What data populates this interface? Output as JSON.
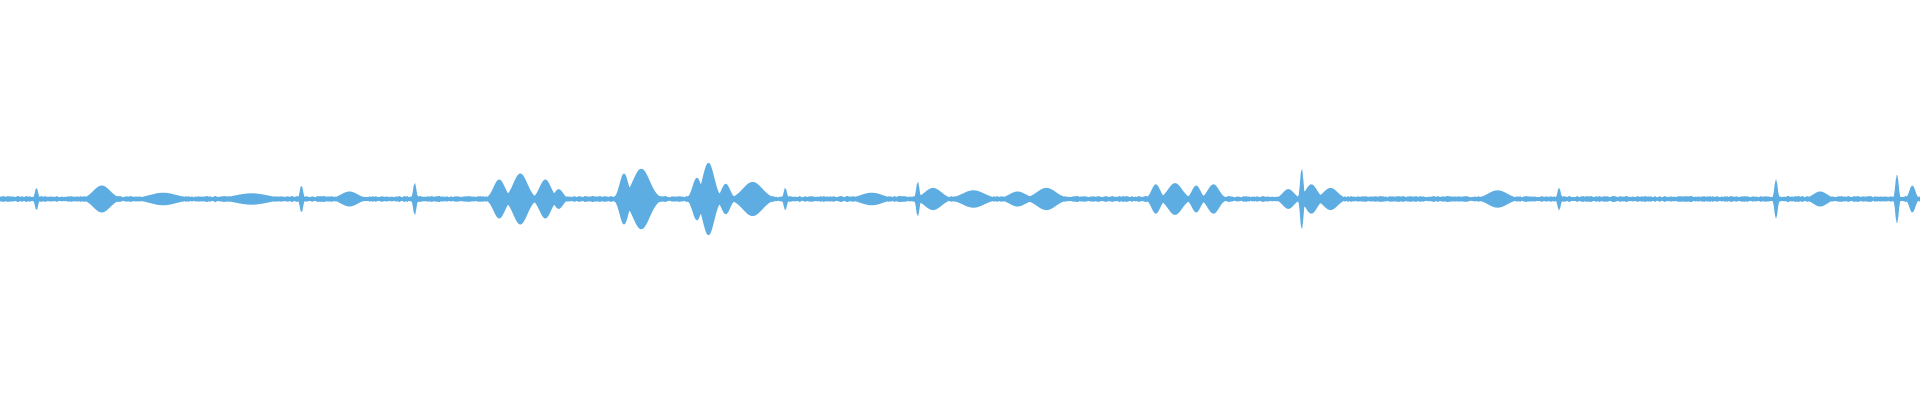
{
  "waveform": {
    "color": "#5dade2",
    "background": "#ffffff",
    "baseline_amplitude": 0.035,
    "bursts": [
      {
        "t": 0.019,
        "amp": 0.18,
        "width": 0.001
      },
      {
        "t": 0.053,
        "amp": 0.22,
        "width": 0.006
      },
      {
        "t": 0.085,
        "amp": 0.1,
        "width": 0.01
      },
      {
        "t": 0.131,
        "amp": 0.09,
        "width": 0.012
      },
      {
        "t": 0.157,
        "amp": 0.22,
        "width": 0.001
      },
      {
        "t": 0.182,
        "amp": 0.12,
        "width": 0.006
      },
      {
        "t": 0.216,
        "amp": 0.26,
        "width": 0.001
      },
      {
        "t": 0.26,
        "amp": 0.32,
        "width": 0.004
      },
      {
        "t": 0.271,
        "amp": 0.42,
        "width": 0.005
      },
      {
        "t": 0.284,
        "amp": 0.32,
        "width": 0.004
      },
      {
        "t": 0.291,
        "amp": 0.16,
        "width": 0.003
      },
      {
        "t": 0.325,
        "amp": 0.42,
        "width": 0.003
      },
      {
        "t": 0.334,
        "amp": 0.5,
        "width": 0.006
      },
      {
        "t": 0.363,
        "amp": 0.35,
        "width": 0.003
      },
      {
        "t": 0.369,
        "amp": 0.6,
        "width": 0.004
      },
      {
        "t": 0.378,
        "amp": 0.25,
        "width": 0.003
      },
      {
        "t": 0.392,
        "amp": 0.28,
        "width": 0.007
      },
      {
        "t": 0.409,
        "amp": 0.18,
        "width": 0.001
      },
      {
        "t": 0.454,
        "amp": 0.1,
        "width": 0.008
      },
      {
        "t": 0.478,
        "amp": 0.28,
        "width": 0.001
      },
      {
        "t": 0.486,
        "amp": 0.18,
        "width": 0.006
      },
      {
        "t": 0.507,
        "amp": 0.14,
        "width": 0.008
      },
      {
        "t": 0.53,
        "amp": 0.12,
        "width": 0.006
      },
      {
        "t": 0.545,
        "amp": 0.18,
        "width": 0.007
      },
      {
        "t": 0.602,
        "amp": 0.24,
        "width": 0.003
      },
      {
        "t": 0.612,
        "amp": 0.26,
        "width": 0.005
      },
      {
        "t": 0.623,
        "amp": 0.22,
        "width": 0.003
      },
      {
        "t": 0.632,
        "amp": 0.24,
        "width": 0.004
      },
      {
        "t": 0.671,
        "amp": 0.16,
        "width": 0.004
      },
      {
        "t": 0.678,
        "amp": 0.5,
        "width": 0.001
      },
      {
        "t": 0.683,
        "amp": 0.24,
        "width": 0.004
      },
      {
        "t": 0.693,
        "amp": 0.18,
        "width": 0.005
      },
      {
        "t": 0.78,
        "amp": 0.14,
        "width": 0.007
      },
      {
        "t": 0.812,
        "amp": 0.18,
        "width": 0.001
      },
      {
        "t": 0.925,
        "amp": 0.32,
        "width": 0.001
      },
      {
        "t": 0.948,
        "amp": 0.12,
        "width": 0.005
      },
      {
        "t": 0.988,
        "amp": 0.4,
        "width": 0.001
      },
      {
        "t": 0.996,
        "amp": 0.22,
        "width": 0.002
      }
    ]
  }
}
